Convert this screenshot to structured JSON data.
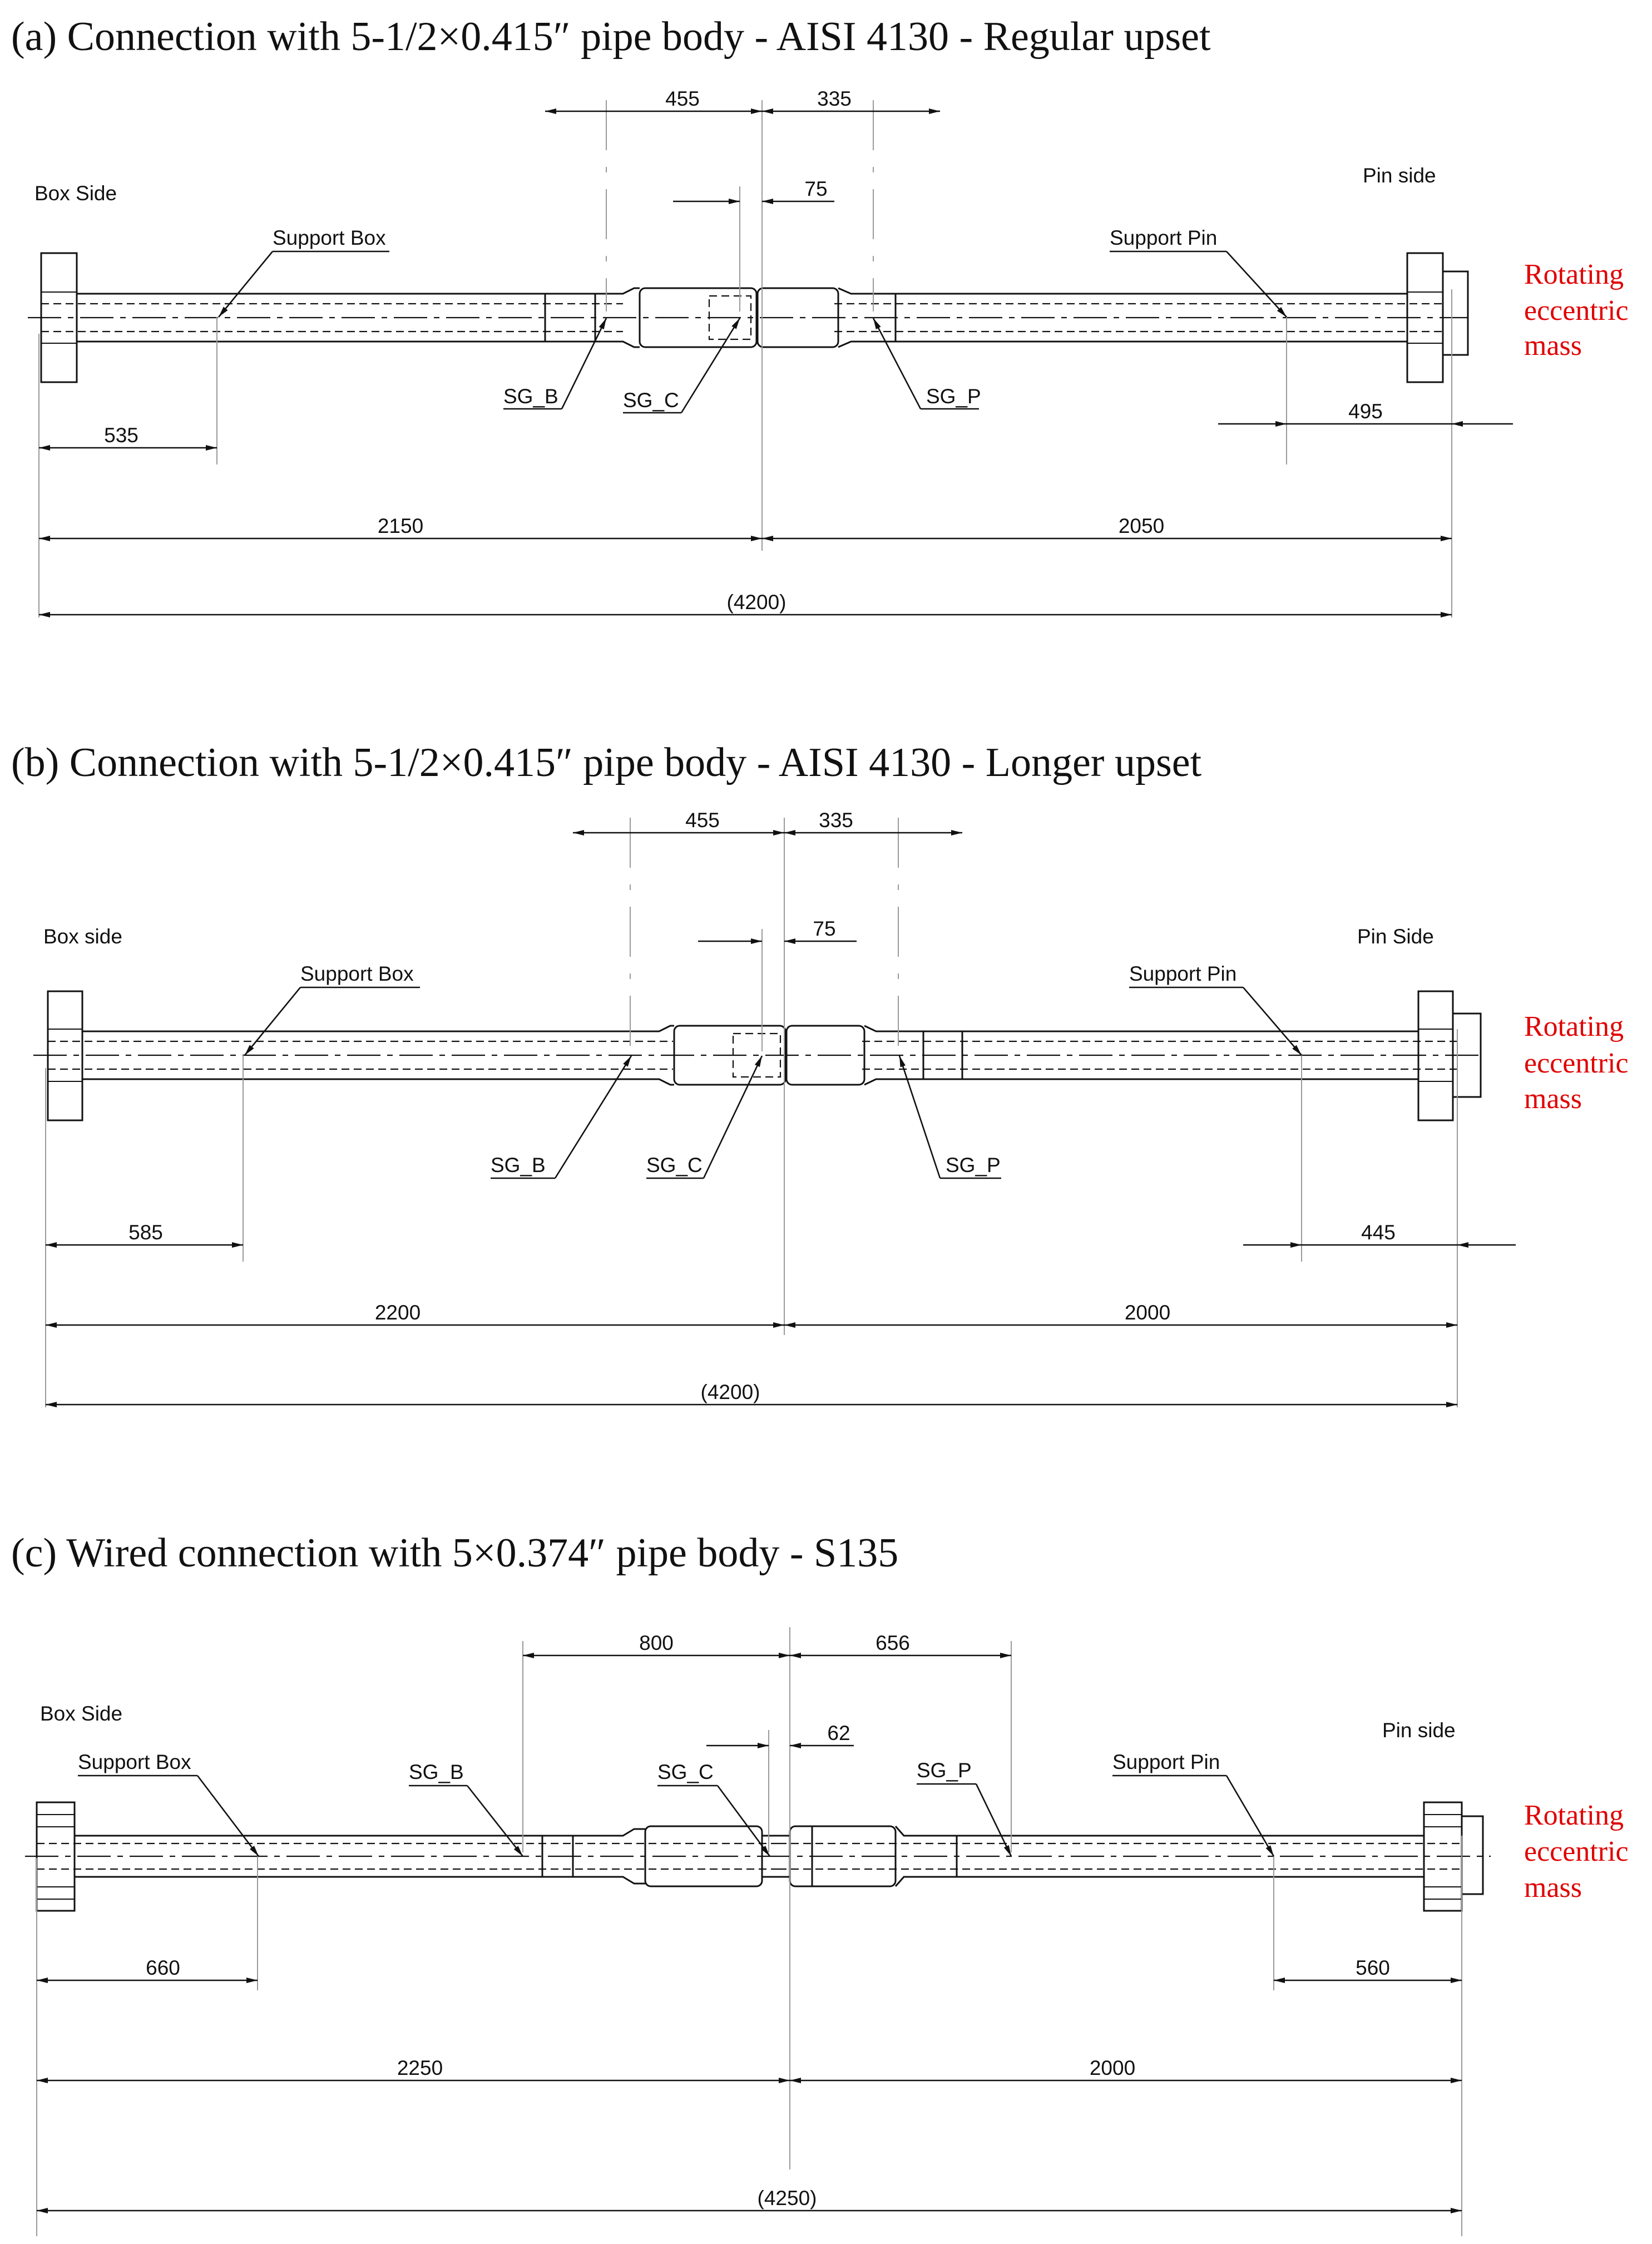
{
  "panels": [
    {
      "title": "(a) Connection with 5-1/2×0.415″ pipe body - AISI 4130 - Regular upset",
      "side_left": "Box Side",
      "side_right": "Pin side",
      "support_box": "Support Box",
      "support_pin": "Support Pin",
      "sg_b": "SG_B",
      "sg_c": "SG_C",
      "sg_p": "SG_P",
      "rotating": [
        "Rotating",
        "eccentric",
        "mass"
      ],
      "dims": {
        "top_left": "455",
        "top_right": "335",
        "mid": "75",
        "support_left": "535",
        "support_right": "495",
        "half_left": "2150",
        "half_right": "2050",
        "total": "(4200)"
      }
    },
    {
      "title": "(b) Connection with 5-1/2×0.415″ pipe body - AISI 4130 - Longer upset",
      "side_left": "Box side",
      "side_right": "Pin Side",
      "support_box": "Support Box",
      "support_pin": "Support Pin",
      "sg_b": "SG_B",
      "sg_c": "SG_C",
      "sg_p": "SG_P",
      "rotating": [
        "Rotating",
        "eccentric",
        "mass"
      ],
      "dims": {
        "top_left": "455",
        "top_right": "335",
        "mid": "75",
        "support_left": "585",
        "support_right": "445",
        "half_left": "2200",
        "half_right": "2000",
        "total": "(4200)"
      }
    },
    {
      "title": "(c) Wired connection with 5×0.374″ pipe body - S135",
      "side_left": "Box Side",
      "side_right": "Pin side",
      "support_box": "Support Box",
      "support_pin": "Support Pin",
      "sg_b": "SG_B",
      "sg_c": "SG_C",
      "sg_p": "SG_P",
      "rotating": [
        "Rotating",
        "eccentric",
        "mass"
      ],
      "dims": {
        "top_left": "800",
        "top_right": "656",
        "mid": "62",
        "support_left": "660",
        "support_right": "560",
        "half_left": "2250",
        "half_right": "2000",
        "total": "(4250)"
      }
    }
  ]
}
